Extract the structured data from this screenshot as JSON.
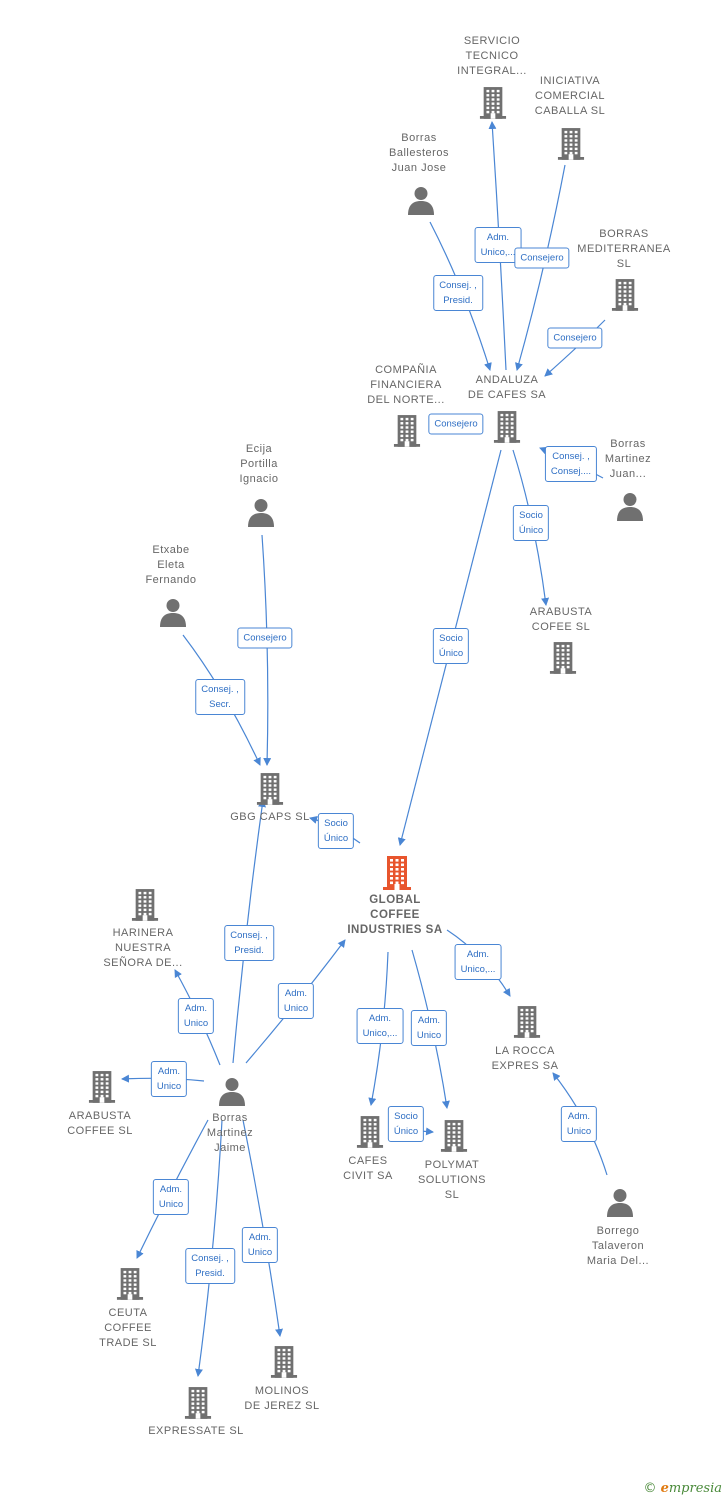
{
  "nodes": [
    {
      "id": "servicio",
      "type": "company",
      "lines": [
        "SERVICIO",
        "TECNICO",
        "INTEGRAL..."
      ]
    },
    {
      "id": "iniciativa",
      "type": "company",
      "lines": [
        "INICIATIVA",
        "COMERCIAL",
        "CABALLA  SL"
      ]
    },
    {
      "id": "borras_ballesteros",
      "type": "person",
      "lines": [
        "Borras",
        "Ballesteros",
        "Juan Jose"
      ]
    },
    {
      "id": "borras_med",
      "type": "company",
      "lines": [
        "BORRAS",
        "MEDITERRANEA",
        "SL"
      ]
    },
    {
      "id": "compania",
      "type": "company",
      "lines": [
        "COMPAÑIA",
        "FINANCIERA",
        "DEL NORTE..."
      ]
    },
    {
      "id": "andaluza",
      "type": "company",
      "lines": [
        "ANDALUZA",
        "DE CAFES SA"
      ]
    },
    {
      "id": "borras_mj_top",
      "type": "person",
      "lines": [
        "Borras",
        "Martinez",
        "Juan..."
      ]
    },
    {
      "id": "ecija",
      "type": "person",
      "lines": [
        "Ecija",
        "Portilla",
        "Ignacio"
      ]
    },
    {
      "id": "etxabe",
      "type": "person",
      "lines": [
        "Etxabe",
        "Eleta",
        "Fernando"
      ]
    },
    {
      "id": "arabusta_top",
      "type": "company",
      "lines": [
        "ARABUSTA",
        "COFEE  SL"
      ]
    },
    {
      "id": "gbg",
      "type": "company",
      "lines": [
        "GBG CAPS  SL"
      ]
    },
    {
      "id": "global",
      "type": "main",
      "lines": [
        "GLOBAL",
        "COFFEE",
        "INDUSTRIES SA"
      ]
    },
    {
      "id": "harinera",
      "type": "company",
      "lines": [
        "HARINERA",
        "NUESTRA",
        "SEÑORA DE..."
      ]
    },
    {
      "id": "larocca",
      "type": "company",
      "lines": [
        "LA ROCCA",
        "EXPRES SA"
      ]
    },
    {
      "id": "arabusta_coffee",
      "type": "company",
      "lines": [
        "ARABUSTA",
        "COFFEE  SL"
      ]
    },
    {
      "id": "borras_jaime",
      "type": "person",
      "lines": [
        "Borras",
        "Martinez",
        "Jaime"
      ]
    },
    {
      "id": "cafes_civit",
      "type": "company",
      "lines": [
        "CAFES",
        "CIVIT SA"
      ]
    },
    {
      "id": "polymat",
      "type": "company",
      "lines": [
        "POLYMAT",
        "SOLUTIONS",
        "SL"
      ]
    },
    {
      "id": "borrego",
      "type": "person",
      "lines": [
        "Borrego",
        "Talaveron",
        "Maria Del..."
      ]
    },
    {
      "id": "ceuta",
      "type": "company",
      "lines": [
        "CEUTA",
        "COFFEE",
        "TRADE  SL"
      ]
    },
    {
      "id": "molinos",
      "type": "company",
      "lines": [
        "MOLINOS",
        "DE JEREZ  SL"
      ]
    },
    {
      "id": "expressate",
      "type": "company",
      "lines": [
        "EXPRESSATE SL"
      ]
    }
  ],
  "edges": [
    {
      "from": "andaluza",
      "to": "servicio",
      "label": [
        "Adm.",
        "Unico,..."
      ]
    },
    {
      "from": "iniciativa",
      "to": "andaluza",
      "label": [
        "Consejero"
      ]
    },
    {
      "from": "borras_ballesteros",
      "to": "andaluza",
      "label": [
        "Consej. ,",
        "Presid."
      ]
    },
    {
      "from": "borras_med",
      "to": "andaluza",
      "label": [
        "Consejero"
      ]
    },
    {
      "from": "compania",
      "to": "andaluza",
      "label": [
        "Consejero"
      ]
    },
    {
      "from": "borras_mj_top",
      "to": "andaluza",
      "label": [
        "Consej. ,",
        "Consej...."
      ]
    },
    {
      "from": "andaluza",
      "to": "arabusta_top",
      "label": [
        "Socio",
        "Único"
      ]
    },
    {
      "from": "andaluza",
      "to": "global",
      "label": [
        "Socio",
        "Único"
      ]
    },
    {
      "from": "ecija",
      "to": "gbg",
      "label": [
        "Consejero"
      ]
    },
    {
      "from": "etxabe",
      "to": "gbg",
      "label": [
        "Consej. ,",
        "Secr."
      ]
    },
    {
      "from": "global",
      "to": "gbg",
      "label": [
        "Socio",
        "Único"
      ]
    },
    {
      "from": "borras_jaime",
      "to": "gbg",
      "label": [
        "Consej. ,",
        "Presid."
      ]
    },
    {
      "from": "borras_jaime",
      "to": "global",
      "label": [
        "Adm.",
        "Unico"
      ]
    },
    {
      "from": "borras_jaime",
      "to": "harinera",
      "label": [
        "Adm.",
        "Unico"
      ]
    },
    {
      "from": "borras_jaime",
      "to": "arabusta_coffee",
      "label": [
        "Adm.",
        "Unico"
      ]
    },
    {
      "from": "global",
      "to": "larocca",
      "label": [
        "Adm.",
        "Unico,..."
      ]
    },
    {
      "from": "global",
      "to": "cafes_civit",
      "label": [
        "Adm.",
        "Unico,..."
      ]
    },
    {
      "from": "global",
      "to": "polymat",
      "label": [
        "Adm.",
        "Unico"
      ]
    },
    {
      "from": "cafes_civit",
      "to": "polymat",
      "label": [
        "Socio",
        "Único"
      ]
    },
    {
      "from": "borrego",
      "to": "larocca",
      "label": [
        "Adm.",
        "Unico"
      ]
    },
    {
      "from": "borras_jaime",
      "to": "ceuta",
      "label": [
        "Adm.",
        "Unico"
      ]
    },
    {
      "from": "borras_jaime",
      "to": "molinos",
      "label": [
        "Adm.",
        "Unico"
      ]
    },
    {
      "from": "borras_jaime",
      "to": "expressate",
      "label": [
        "Consej. ,",
        "Presid."
      ]
    }
  ],
  "colors": {
    "company": "#707070",
    "main": "#e8552d",
    "person": "#707070",
    "edge": "#4a86d4",
    "label_text": "#2f6fc4"
  },
  "footer": {
    "copyright": "©",
    "brand_first": "e",
    "brand_rest": "mpresia"
  }
}
